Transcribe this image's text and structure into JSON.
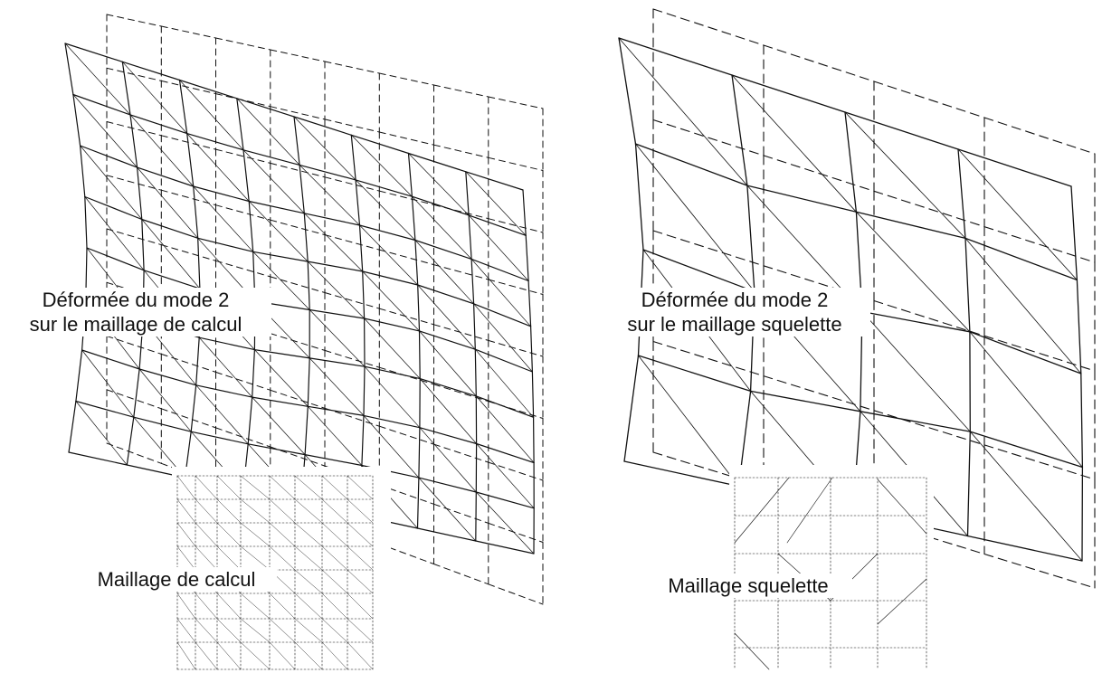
{
  "panels": [
    {
      "deformed_label_line1": "Déformée du mode 2",
      "deformed_label_line2": "sur le maillage de calcul",
      "mesh_label": "Maillage de calcul"
    },
    {
      "deformed_label_line1": "Déformée du mode 2",
      "deformed_label_line2": "sur le maillage squelette",
      "mesh_label": "Maillage squelette"
    }
  ],
  "colors": {
    "line": "#111111",
    "background": "#ffffff"
  }
}
